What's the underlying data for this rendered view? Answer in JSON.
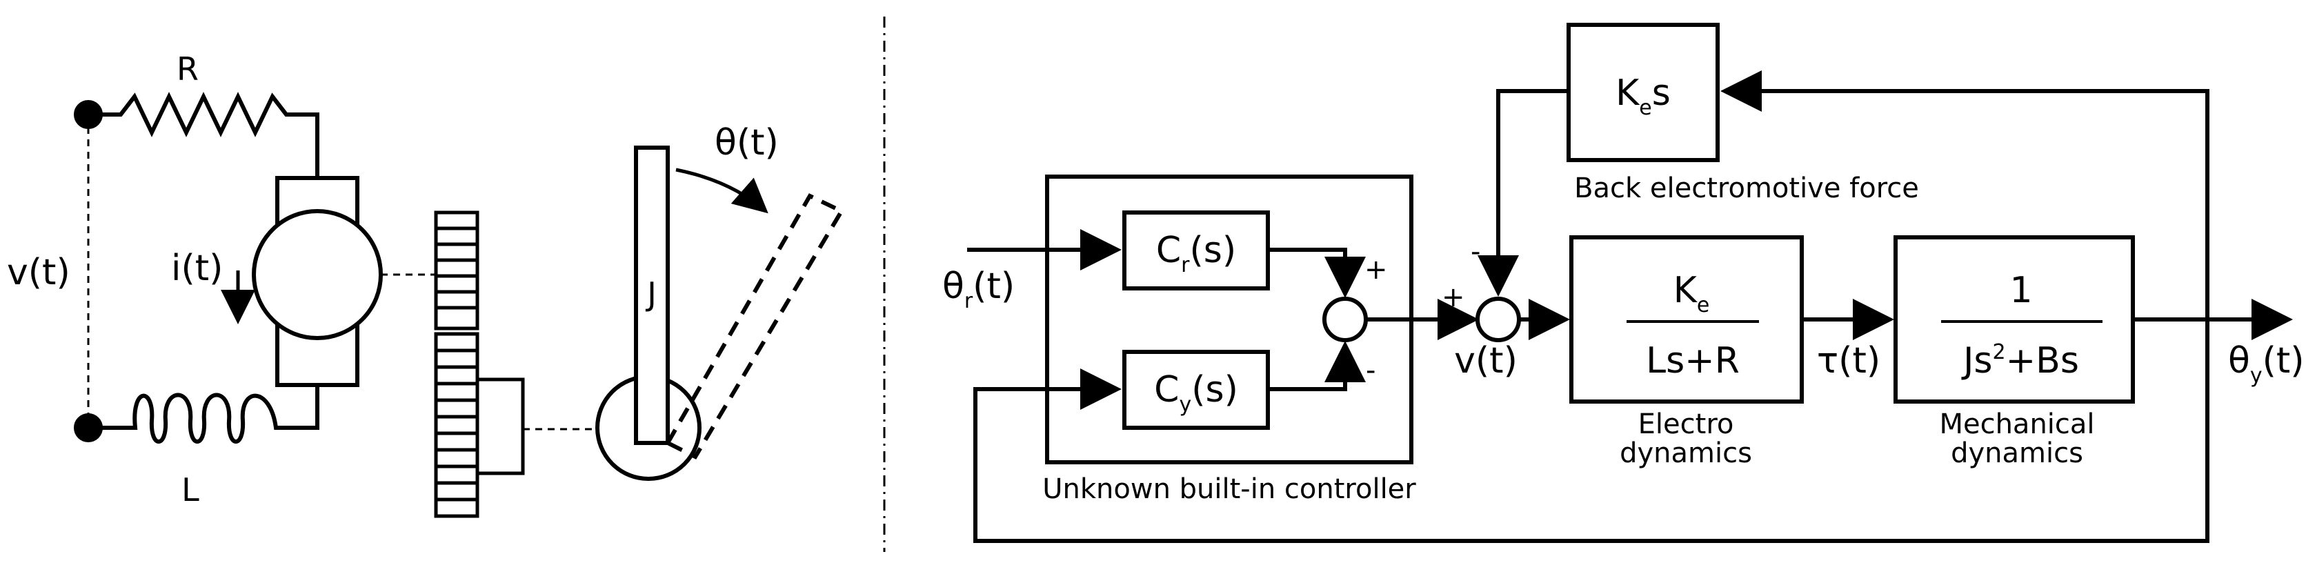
{
  "circuit": {
    "resistor_label": "R",
    "inductor_label": "L",
    "voltage_label": "v(t)",
    "current_label": "i(t)",
    "inertia_label": "J",
    "angle_label": "θ(t)"
  },
  "block_diagram": {
    "input_label": "θ",
    "input_sub": "r",
    "input_suffix": "(t)",
    "cr_block": {
      "main": "C",
      "sub": "r",
      "suffix": "(s)"
    },
    "cy_block": {
      "main": "C",
      "sub": "y",
      "suffix": "(s)"
    },
    "sum1_plus": "+",
    "sum1_minus": "-",
    "controller_caption": "Unknown built-in controller",
    "sum2_plus": "+",
    "sum2_minus": "-",
    "v_label": "v(t)",
    "backemf_block": {
      "main": "K",
      "sub": "e",
      "suffix": "s"
    },
    "backemf_caption": "Back electromotive force",
    "electro_block": {
      "num_main": "K",
      "num_sub": "e",
      "den": "Ls+R"
    },
    "electro_caption_1": "Electro",
    "electro_caption_2": "dynamics",
    "tau_label": "τ(t)",
    "mech_block": {
      "num": "1",
      "den_pre": "Js",
      "den_sup": "2",
      "den_post": "+Bs"
    },
    "mech_caption_1": "Mechanical",
    "mech_caption_2": "dynamics",
    "output_label": "θ",
    "output_sub": "y",
    "output_suffix": "(t)"
  }
}
